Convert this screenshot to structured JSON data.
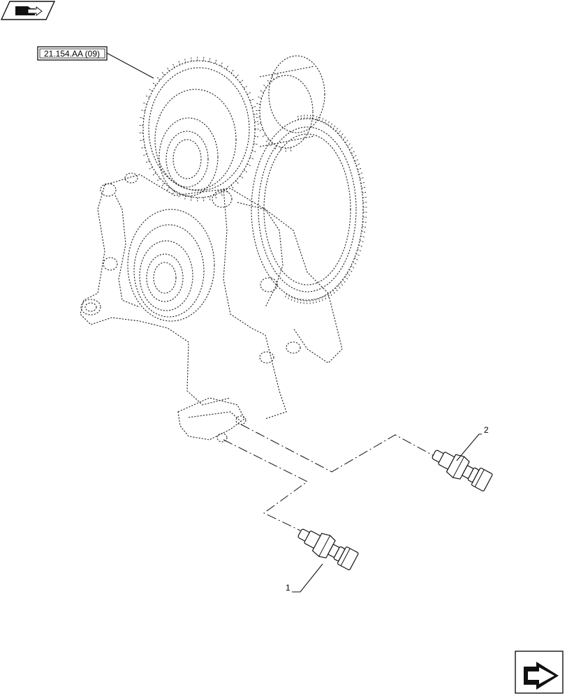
{
  "reference": {
    "text": "21.154.AA (09)"
  },
  "callouts": [
    {
      "number": "1"
    },
    {
      "number": "2"
    }
  ],
  "icons": {
    "top_left": "book-arrow-icon",
    "bottom_right": "navigate-next-arrow-icon"
  }
}
